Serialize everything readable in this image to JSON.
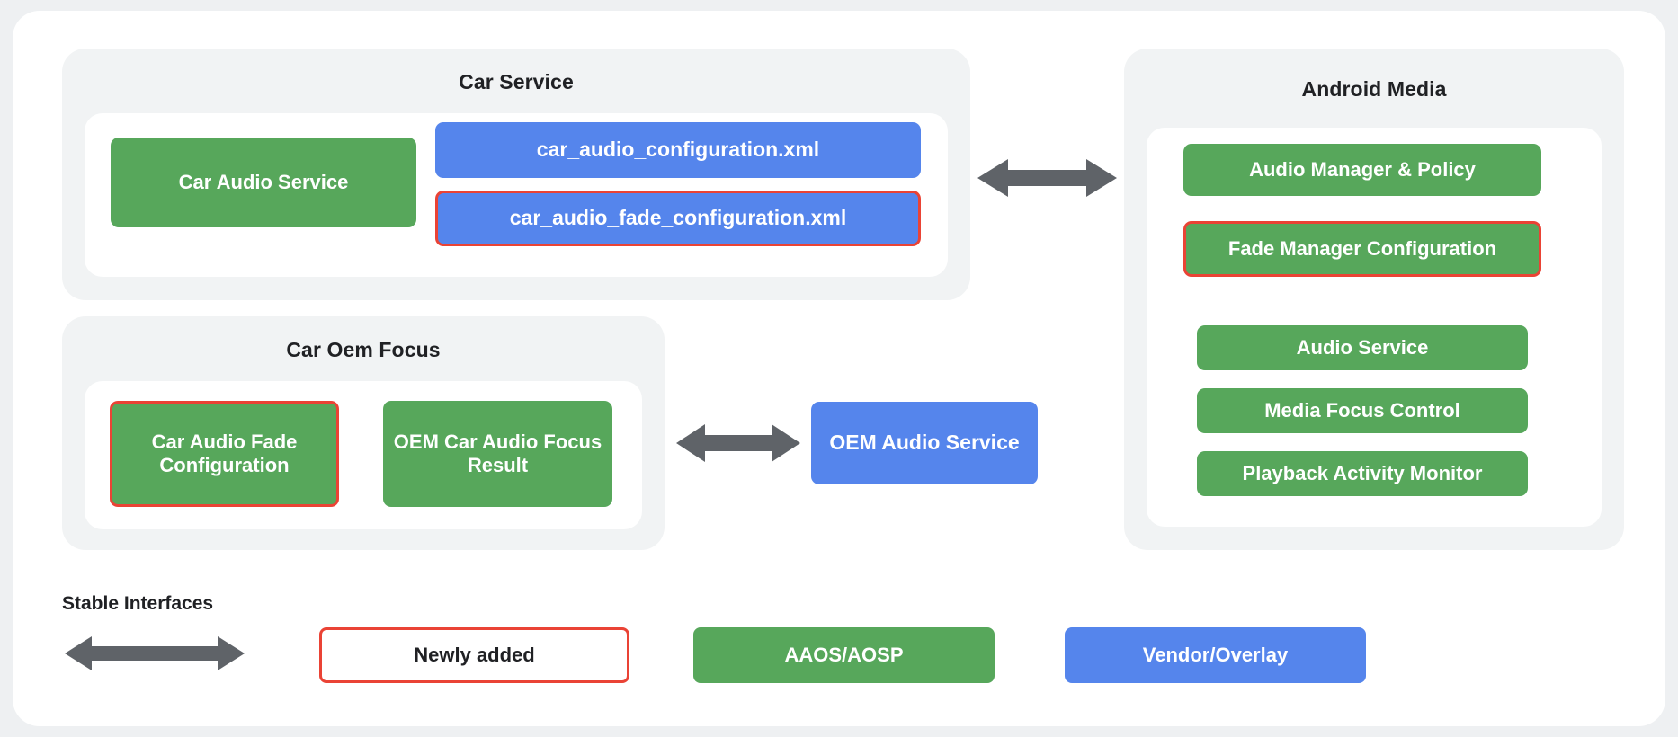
{
  "diagram": {
    "groups": [
      {
        "id": "car-service",
        "title": "Car Service",
        "nodes": [
          {
            "id": "car-audio-service",
            "label": "Car Audio Service",
            "type": "green",
            "highlight": false
          },
          {
            "id": "car-audio-configuration-xml",
            "label": "car_audio_configuration.xml",
            "type": "blue",
            "highlight": false
          },
          {
            "id": "car-audio-fade-configuration-xml",
            "label": "car_audio_fade_configuration.xml",
            "type": "blue",
            "highlight": true
          }
        ]
      },
      {
        "id": "car-oem-focus",
        "title": "Car Oem Focus",
        "nodes": [
          {
            "id": "car-audio-fade-configuration",
            "label": "Car Audio Fade Configuration",
            "type": "green",
            "highlight": true
          },
          {
            "id": "oem-car-audio-focus-result",
            "label": "OEM Car Audio Focus Result",
            "type": "green",
            "highlight": false
          }
        ]
      },
      {
        "id": "android-media",
        "title": "Android Media",
        "nodes": [
          {
            "id": "audio-manager-policy",
            "label": "Audio Manager & Policy",
            "type": "green",
            "highlight": false
          },
          {
            "id": "fade-manager-configuration",
            "label": "Fade Manager Configuration",
            "type": "green",
            "highlight": true
          },
          {
            "id": "audio-service",
            "label": "Audio Service",
            "type": "green",
            "highlight": false
          },
          {
            "id": "media-focus-control",
            "label": "Media Focus Control",
            "type": "green",
            "highlight": false
          },
          {
            "id": "playback-activity-monitor",
            "label": "Playback Activity Monitor",
            "type": "green",
            "highlight": false
          }
        ]
      }
    ],
    "standalone_nodes": [
      {
        "id": "oem-audio-service",
        "label": "OEM Audio Service",
        "type": "blue",
        "highlight": false
      }
    ],
    "connectors": [
      {
        "id": "car-service-to-android-media",
        "style": "double-arrow"
      },
      {
        "id": "car-oem-focus-to-oem-audio-service",
        "style": "double-arrow"
      }
    ]
  },
  "legend": {
    "title": "Stable Interfaces",
    "arrow_name": "double-arrow-icon",
    "items": [
      {
        "id": "newly-added",
        "label": "Newly added",
        "type": "white",
        "highlight": true
      },
      {
        "id": "aaos-aosp",
        "label": "AAOS/AOSP",
        "type": "green",
        "highlight": false
      },
      {
        "id": "vendor-overlay",
        "label": "Vendor/Overlay",
        "type": "blue",
        "highlight": false
      }
    ]
  },
  "colors": {
    "green": "#57a75b",
    "blue": "#5585ec",
    "highlight_red": "#ea4335",
    "arrow_gray": "#5f6368",
    "panel_gray": "#f1f3f4",
    "card_white": "#ffffff",
    "page_bg": "#eef0f2"
  }
}
